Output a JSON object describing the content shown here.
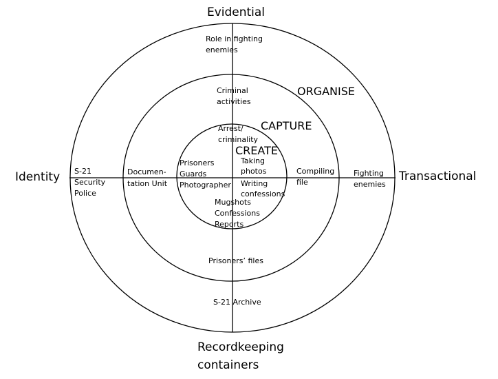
{
  "axes": {
    "top": "Evidential",
    "left": "Identity",
    "right": "Transactional",
    "bottom": [
      "Recordkeeping",
      "containers"
    ]
  },
  "rings": {
    "outer": "ORGANISE",
    "middle": "CAPTURE",
    "inner": "CREATE"
  },
  "labels": {
    "role": [
      "Role in fighting",
      "enemies"
    ],
    "criminal_activities": [
      "Criminal",
      "activities"
    ],
    "arrest": [
      "Arrest/",
      "criminality"
    ],
    "security_police": [
      "S-21",
      "Security",
      "Police"
    ],
    "documentation_unit": [
      "Documen-",
      "tation Unit"
    ],
    "people": [
      "Prisoners",
      "Guards",
      "Photographer"
    ],
    "actions": [
      "Taking",
      "photos"
    ],
    "writing": [
      "Writing",
      "confessions"
    ],
    "compiling": [
      "Compiling",
      "file"
    ],
    "fighting": [
      "Fighting",
      "enemies"
    ],
    "outputs": [
      "Mugshots",
      "Confessions",
      "Reports"
    ],
    "prisoners_files": "Prisoners’ files",
    "archive": "S-21 Archive"
  }
}
